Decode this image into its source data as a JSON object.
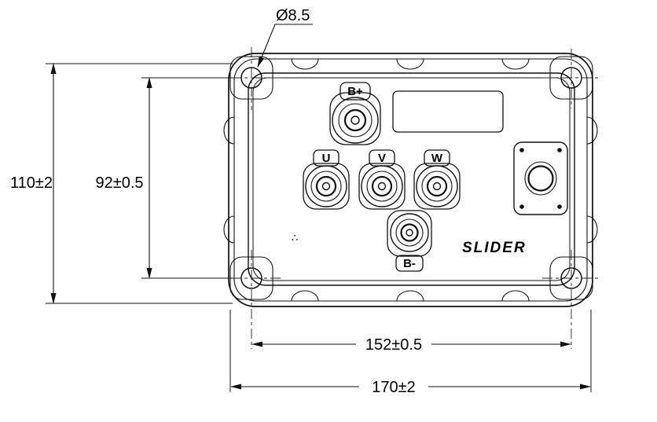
{
  "dimensions": {
    "hole_diameter": "Ø8.5",
    "overall_height": "110±2",
    "hole_spacing_height": "92±0.5",
    "hole_spacing_width": "152±0.5",
    "overall_width": "170±2"
  },
  "terminals": {
    "b_plus": "B+",
    "u": "U",
    "v": "V",
    "w": "W",
    "b_minus": "B-"
  },
  "logo_text": "SLIDER",
  "mold_mark": "∴"
}
